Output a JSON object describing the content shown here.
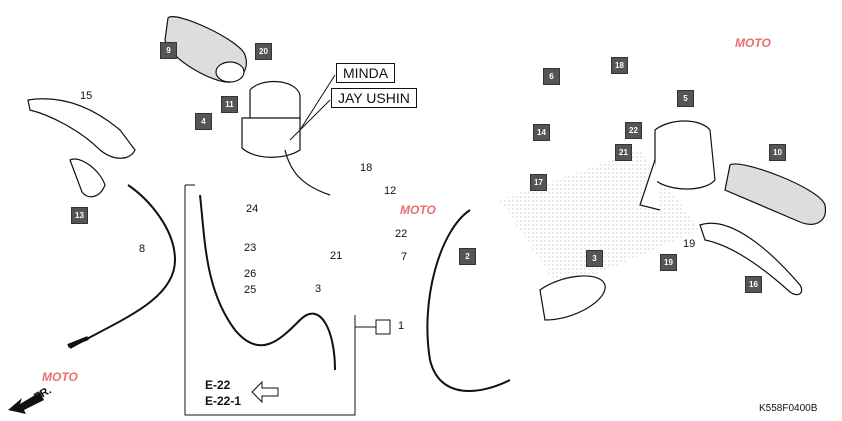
{
  "diagram": {
    "brands": [
      "MINDA",
      "JAY USHIN"
    ],
    "callouts": [
      "9",
      "20",
      "11",
      "4",
      "13",
      "6",
      "18",
      "14",
      "22",
      "5",
      "21",
      "17",
      "10",
      "2",
      "3",
      "19",
      "16"
    ],
    "numbers": [
      "15",
      "18",
      "12",
      "24",
      "22",
      "23",
      "21",
      "7",
      "26",
      "25",
      "3",
      "8",
      "19",
      "1"
    ],
    "references": [
      "E-22",
      "E-22-1"
    ],
    "direction": "FR.",
    "figure_code": "K558F0400B",
    "watermark": "MOTO"
  }
}
